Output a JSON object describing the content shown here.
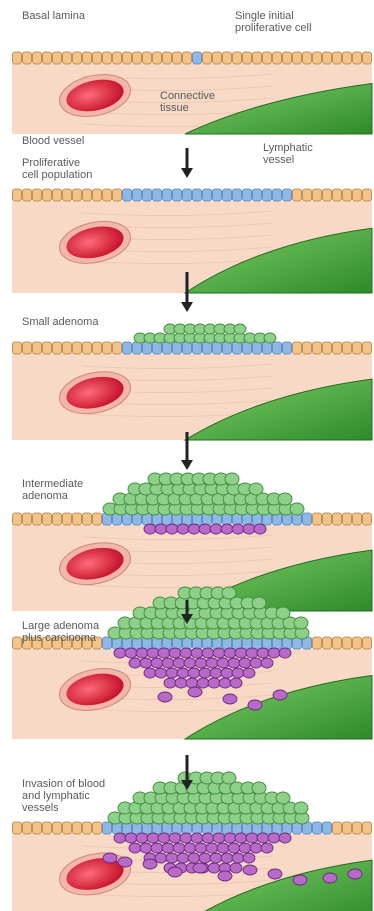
{
  "colors": {
    "connective": "#f7d9c6",
    "connective_line": "#e9b9a0",
    "epithelial": "#f2c48a",
    "epithelial_stroke": "#b57a3a",
    "proliferative": "#8fb8e6",
    "proliferative_stroke": "#4d7fb8",
    "adenoma": "#8ed08a",
    "adenoma_stroke": "#3f8f3b",
    "carcinoma": "#b86ac8",
    "carcinoma_stroke": "#6b2a7e",
    "vessel": "#d92a3a",
    "lymphatic": "#4aa83c",
    "arrow": "#222222"
  },
  "stages": [
    {
      "id": "initial",
      "labels": {
        "a": "Basal lamina",
        "b": "Single initial\nproliferative cell",
        "c": "Connective\ntissue"
      }
    },
    {
      "id": "population",
      "labels": {
        "a": "Blood vessel",
        "b": "Lymphatic\nvessel",
        "c": "Proliferative\ncell population"
      }
    },
    {
      "id": "small",
      "labels": {
        "a": "Small adenoma"
      }
    },
    {
      "id": "intermediate",
      "labels": {
        "a": "Intermediate\nadenoma"
      }
    },
    {
      "id": "large",
      "labels": {
        "a": "Large adenoma\nplus carcinoma"
      }
    },
    {
      "id": "invasion",
      "labels": {
        "a": "Invasion of blood\nand lymphatic\nvessels"
      }
    }
  ]
}
